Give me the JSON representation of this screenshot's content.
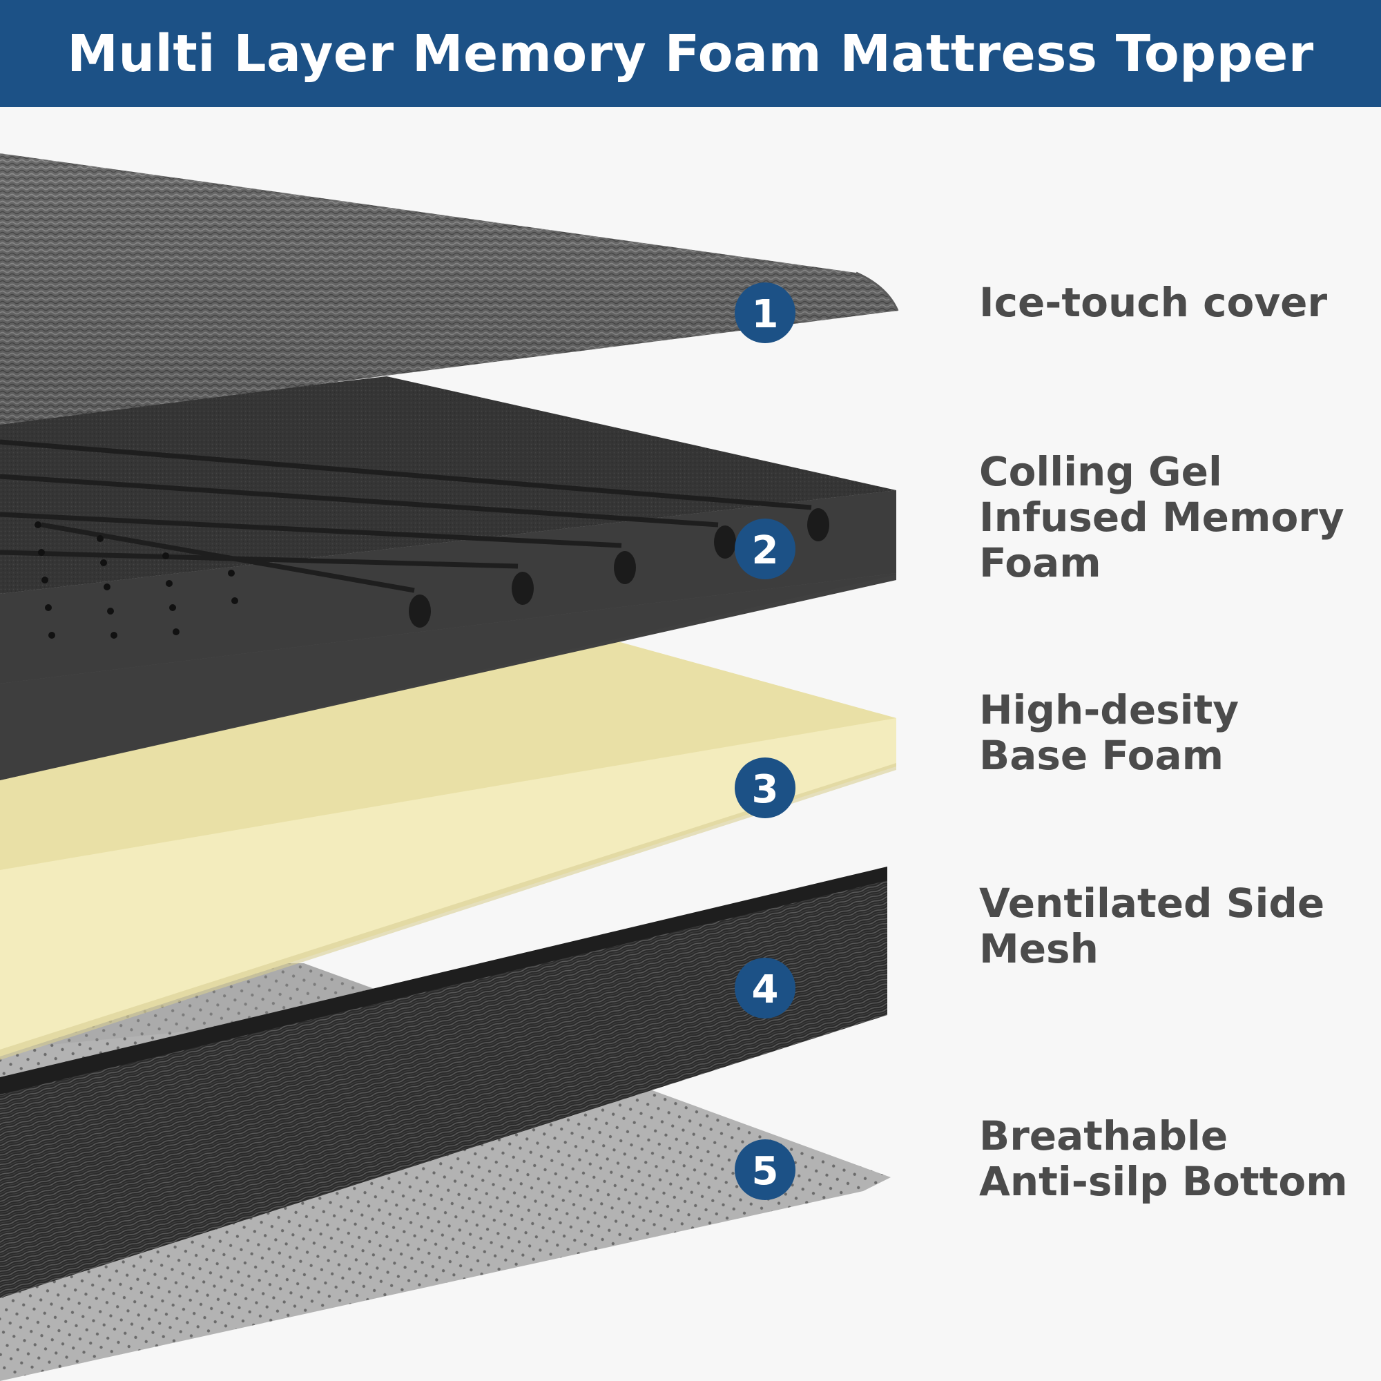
{
  "title": "Multi Layer Memory Foam Mattress Topper",
  "colors": {
    "header_bg": "#1c5186",
    "badge_bg": "#1c5186",
    "label_text": "#4b4b4b",
    "background": "#f7f7f7",
    "cover": "#7a7a7a",
    "gel_foam": "#3a3a3a",
    "base_foam": "#efe7b0",
    "side_mesh": "#2f2f2f",
    "bottom": "#b5b5b5"
  },
  "layers": [
    {
      "badge": "1",
      "label": "Ice-touch cover"
    },
    {
      "badge": "2",
      "label": "Colling Gel\nInfused Memory\nFoam"
    },
    {
      "badge": "3",
      "label": "High-desity\nBase Foam"
    },
    {
      "badge": "4",
      "label": "Ventilated Side\nMesh"
    },
    {
      "badge": "5",
      "label": "Breathable\nAnti-silp Bottom"
    }
  ]
}
